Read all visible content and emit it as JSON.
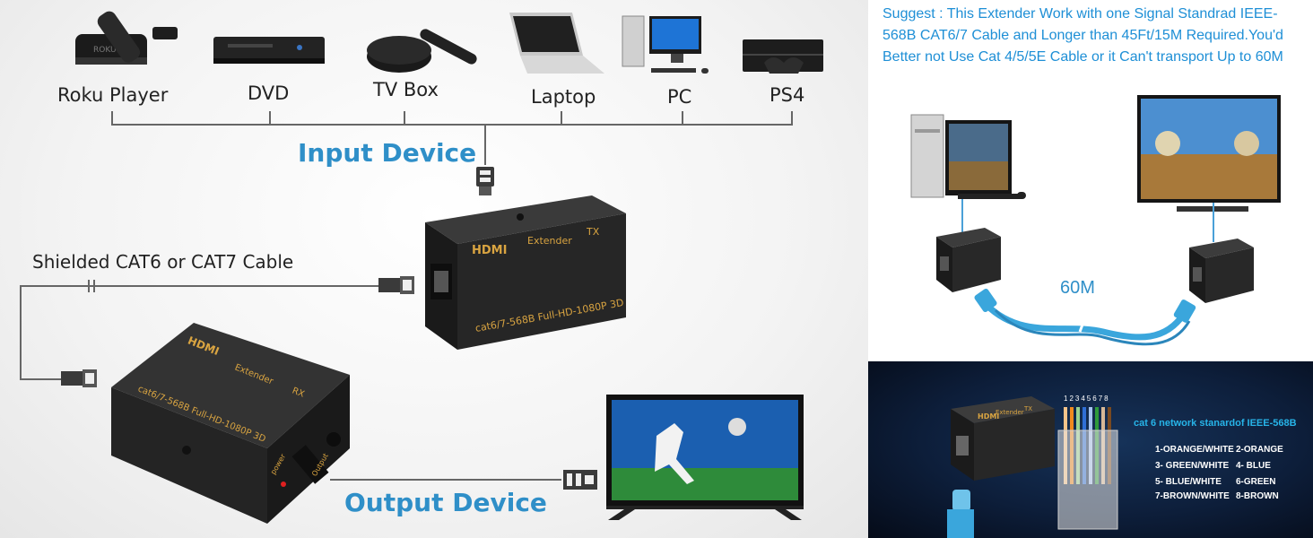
{
  "left_panel": {
    "devices": [
      "Roku Player",
      "DVD",
      "TV Box",
      "Laptop",
      "PC",
      "PS4"
    ],
    "input_label": "Input Device",
    "output_label": "Output Device",
    "cable_label": "Shielded CAT6 or CAT7 Cable",
    "tx_box": {
      "brand": "HDMI",
      "word": "Extender",
      "mode": "TX",
      "spec": "cat6/7-568B Full-HD-1080P 3D"
    },
    "rx_box": {
      "brand": "HDMI",
      "word": "Extender",
      "mode": "RX",
      "spec": "cat6/7-568B Full-HD-1080P 3D",
      "port1": "power",
      "port2": "Output"
    }
  },
  "right_top": {
    "suggest_text": "Suggest : This Extender Work with one Signal Standrad IEEE-568B CAT6/7 Cable and Longer than 45Ft/15M Required.You'd Better not Use Cat 4/5/5E Cable or it Can't transport Up to 60M",
    "distance_label": "60M"
  },
  "right_bottom": {
    "heading": "cat 6 network stanardof IEEE-568B",
    "pin_numbers": "12345678",
    "wires": [
      "1-ORANGE/WHITE",
      "2-ORANGE",
      "3- GREEN/WHITE",
      "4- BLUE",
      "5- BLUE/WHITE",
      "6-GREEN",
      "7-BROWN/WHITE",
      "8-BROWN"
    ],
    "box": {
      "brand": "HDMI",
      "word": "Extender",
      "mode": "TX"
    }
  },
  "colors": {
    "accent_blue": "#2f8fc8",
    "suggest_blue": "#1e8fd6",
    "gold_text": "#d9a441",
    "panel_navy": "#0d1e3a",
    "cable_blue": "#3aa6dc"
  }
}
